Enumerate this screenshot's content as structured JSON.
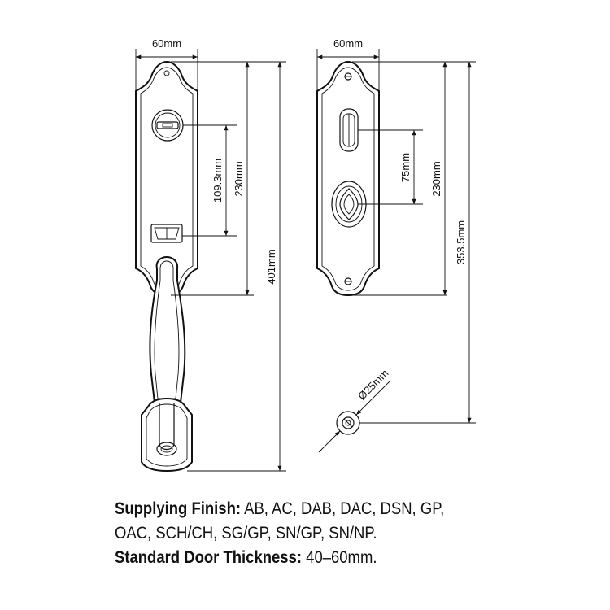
{
  "dimensions": {
    "front_width": "60mm",
    "back_width": "60mm",
    "front_plate_height": "230mm",
    "front_hole_spacing": "109.3mm",
    "overall_height": "401mm",
    "back_hole_spacing": "75mm",
    "back_plate_height": "230mm",
    "back_overall": "353.5mm",
    "spindle_diameter": "Ø25mm"
  },
  "notes": {
    "finish_label": "Supplying Finish:",
    "finish_values_line1": "AB, AC, DAB, DAC, DSN, GP,",
    "finish_values_line2": "OAC, SCH/CH, SG/GP, SN/GP, SN/NP.",
    "thickness_label": "Standard Door Thickness:",
    "thickness_value": "40–60mm."
  }
}
